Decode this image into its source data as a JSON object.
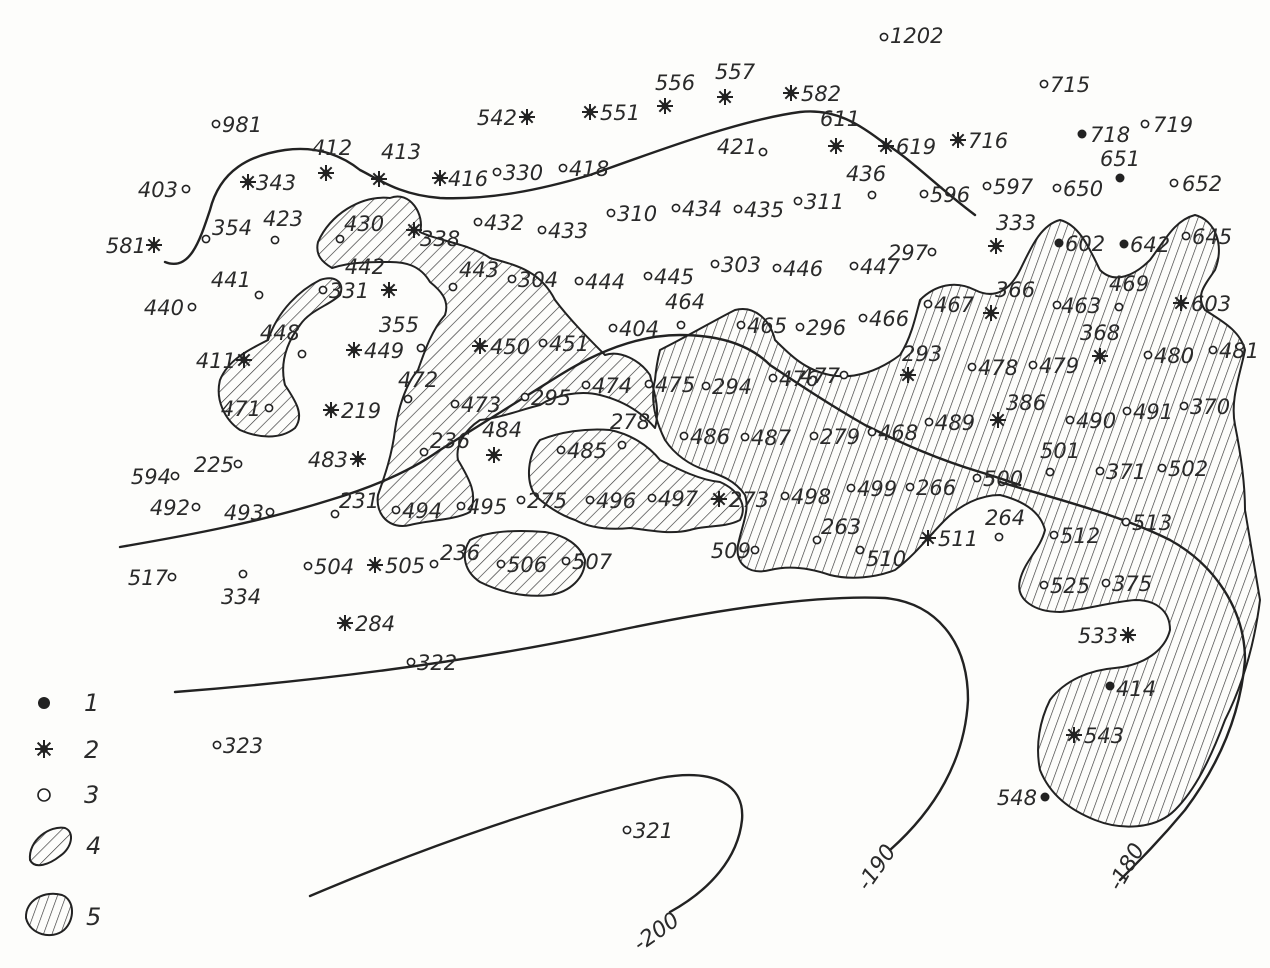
{
  "map": {
    "contours": [
      {
        "label": "-180"
      },
      {
        "label": "-190"
      },
      {
        "label": "-200"
      }
    ],
    "legend": [
      {
        "number": "1",
        "symbol": "filled-dot-icon"
      },
      {
        "number": "2",
        "symbol": "star-icon"
      },
      {
        "number": "3",
        "symbol": "open-circle-icon"
      },
      {
        "number": "4",
        "symbol": "diagonal-hatch-icon"
      },
      {
        "number": "5",
        "symbol": "vertical-hatch-icon"
      }
    ],
    "wells": [
      {
        "id": "1202",
        "type": "open"
      },
      {
        "id": "715",
        "type": "open"
      },
      {
        "id": "981",
        "type": "open"
      },
      {
        "id": "542",
        "type": "star"
      },
      {
        "id": "551",
        "type": "star"
      },
      {
        "id": "556",
        "type": "star"
      },
      {
        "id": "557",
        "type": "star"
      },
      {
        "id": "582",
        "type": "star"
      },
      {
        "id": "611",
        "type": "star"
      },
      {
        "id": "619",
        "type": "star"
      },
      {
        "id": "716",
        "type": "star"
      },
      {
        "id": "718",
        "type": "dot"
      },
      {
        "id": "719",
        "type": "open"
      },
      {
        "id": "651",
        "type": "dot"
      },
      {
        "id": "652",
        "type": "open"
      },
      {
        "id": "403",
        "type": "open"
      },
      {
        "id": "343",
        "type": "star"
      },
      {
        "id": "412",
        "type": "star"
      },
      {
        "id": "413",
        "type": "star"
      },
      {
        "id": "416",
        "type": "star"
      },
      {
        "id": "330",
        "type": "open"
      },
      {
        "id": "418",
        "type": "open"
      },
      {
        "id": "421",
        "type": "open"
      },
      {
        "id": "436",
        "type": "open"
      },
      {
        "id": "596",
        "type": "open"
      },
      {
        "id": "597",
        "type": "open"
      },
      {
        "id": "650",
        "type": "open"
      },
      {
        "id": "581",
        "type": "star"
      },
      {
        "id": "354",
        "type": "open"
      },
      {
        "id": "423",
        "type": "open"
      },
      {
        "id": "430",
        "type": "open"
      },
      {
        "id": "338",
        "type": "star"
      },
      {
        "id": "432",
        "type": "open"
      },
      {
        "id": "433",
        "type": "open"
      },
      {
        "id": "310",
        "type": "open"
      },
      {
        "id": "434",
        "type": "open"
      },
      {
        "id": "435",
        "type": "open"
      },
      {
        "id": "311",
        "type": "open"
      },
      {
        "id": "333",
        "type": "star"
      },
      {
        "id": "297",
        "type": "open"
      },
      {
        "id": "602",
        "type": "dot"
      },
      {
        "id": "642",
        "type": "dot"
      },
      {
        "id": "645",
        "type": "open"
      },
      {
        "id": "440",
        "type": "open"
      },
      {
        "id": "441",
        "type": "open"
      },
      {
        "id": "331",
        "type": "open"
      },
      {
        "id": "442",
        "type": "star"
      },
      {
        "id": "443",
        "type": "open"
      },
      {
        "id": "304",
        "type": "open"
      },
      {
        "id": "444",
        "type": "open"
      },
      {
        "id": "445",
        "type": "open"
      },
      {
        "id": "303",
        "type": "open"
      },
      {
        "id": "446",
        "type": "open"
      },
      {
        "id": "447",
        "type": "open"
      },
      {
        "id": "467",
        "type": "open"
      },
      {
        "id": "366",
        "type": "star"
      },
      {
        "id": "463",
        "type": "open"
      },
      {
        "id": "469",
        "type": "open"
      },
      {
        "id": "603",
        "type": "star"
      },
      {
        "id": "411",
        "type": "star"
      },
      {
        "id": "448",
        "type": "open"
      },
      {
        "id": "449",
        "type": "star"
      },
      {
        "id": "355",
        "type": "open"
      },
      {
        "id": "450",
        "type": "star"
      },
      {
        "id": "451",
        "type": "open"
      },
      {
        "id": "464",
        "type": "open"
      },
      {
        "id": "404",
        "type": "open"
      },
      {
        "id": "465",
        "type": "open"
      },
      {
        "id": "296",
        "type": "open"
      },
      {
        "id": "466",
        "type": "open"
      },
      {
        "id": "368",
        "type": "star"
      },
      {
        "id": "480",
        "type": "open"
      },
      {
        "id": "481",
        "type": "open"
      },
      {
        "id": "471",
        "type": "open"
      },
      {
        "id": "219",
        "type": "star"
      },
      {
        "id": "472",
        "type": "open"
      },
      {
        "id": "473",
        "type": "open"
      },
      {
        "id": "295",
        "type": "open"
      },
      {
        "id": "474",
        "type": "open"
      },
      {
        "id": "475",
        "type": "open"
      },
      {
        "id": "294",
        "type": "open"
      },
      {
        "id": "476",
        "type": "open"
      },
      {
        "id": "477",
        "type": "open"
      },
      {
        "id": "293",
        "type": "star"
      },
      {
        "id": "478",
        "type": "open"
      },
      {
        "id": "479",
        "type": "open"
      },
      {
        "id": "490",
        "type": "open"
      },
      {
        "id": "491",
        "type": "open"
      },
      {
        "id": "370",
        "type": "open"
      },
      {
        "id": "484",
        "type": "star"
      },
      {
        "id": "278",
        "type": "open"
      },
      {
        "id": "485",
        "type": "open"
      },
      {
        "id": "486",
        "type": "open"
      },
      {
        "id": "487",
        "type": "open"
      },
      {
        "id": "279",
        "type": "open"
      },
      {
        "id": "468",
        "type": "open"
      },
      {
        "id": "489",
        "type": "open"
      },
      {
        "id": "386",
        "type": "star"
      },
      {
        "id": "594",
        "type": "open"
      },
      {
        "id": "225",
        "type": "open"
      },
      {
        "id": "483",
        "type": "star"
      },
      {
        "id": "236",
        "type": "open"
      },
      {
        "id": "501",
        "type": "open"
      },
      {
        "id": "371",
        "type": "open"
      },
      {
        "id": "502",
        "type": "open"
      },
      {
        "id": "492",
        "type": "open"
      },
      {
        "id": "493",
        "type": "open"
      },
      {
        "id": "231",
        "type": "open"
      },
      {
        "id": "494",
        "type": "open"
      },
      {
        "id": "495",
        "type": "open"
      },
      {
        "id": "275",
        "type": "open"
      },
      {
        "id": "496",
        "type": "open"
      },
      {
        "id": "497",
        "type": "open"
      },
      {
        "id": "273",
        "type": "star"
      },
      {
        "id": "498",
        "type": "open"
      },
      {
        "id": "499",
        "type": "open"
      },
      {
        "id": "266",
        "type": "open"
      },
      {
        "id": "500",
        "type": "open"
      },
      {
        "id": "513",
        "type": "open"
      },
      {
        "id": "263",
        "type": "open"
      },
      {
        "id": "264",
        "type": "open"
      },
      {
        "id": "512",
        "type": "open"
      },
      {
        "id": "509",
        "type": "open"
      },
      {
        "id": "510",
        "type": "open"
      },
      {
        "id": "511",
        "type": "star"
      },
      {
        "id": "517",
        "type": "open"
      },
      {
        "id": "504",
        "type": "open"
      },
      {
        "id": "505",
        "type": "star"
      },
      {
        "id": "236",
        "type": "open"
      },
      {
        "id": "506",
        "type": "open"
      },
      {
        "id": "507",
        "type": "open"
      },
      {
        "id": "525",
        "type": "open"
      },
      {
        "id": "375",
        "type": "open"
      },
      {
        "id": "334",
        "type": "open"
      },
      {
        "id": "284",
        "type": "star"
      },
      {
        "id": "533",
        "type": "star"
      },
      {
        "id": "322",
        "type": "open"
      },
      {
        "id": "414",
        "type": "dot"
      },
      {
        "id": "323",
        "type": "open"
      },
      {
        "id": "543",
        "type": "star"
      },
      {
        "id": "548",
        "type": "dot"
      },
      {
        "id": "321",
        "type": "open"
      }
    ]
  }
}
